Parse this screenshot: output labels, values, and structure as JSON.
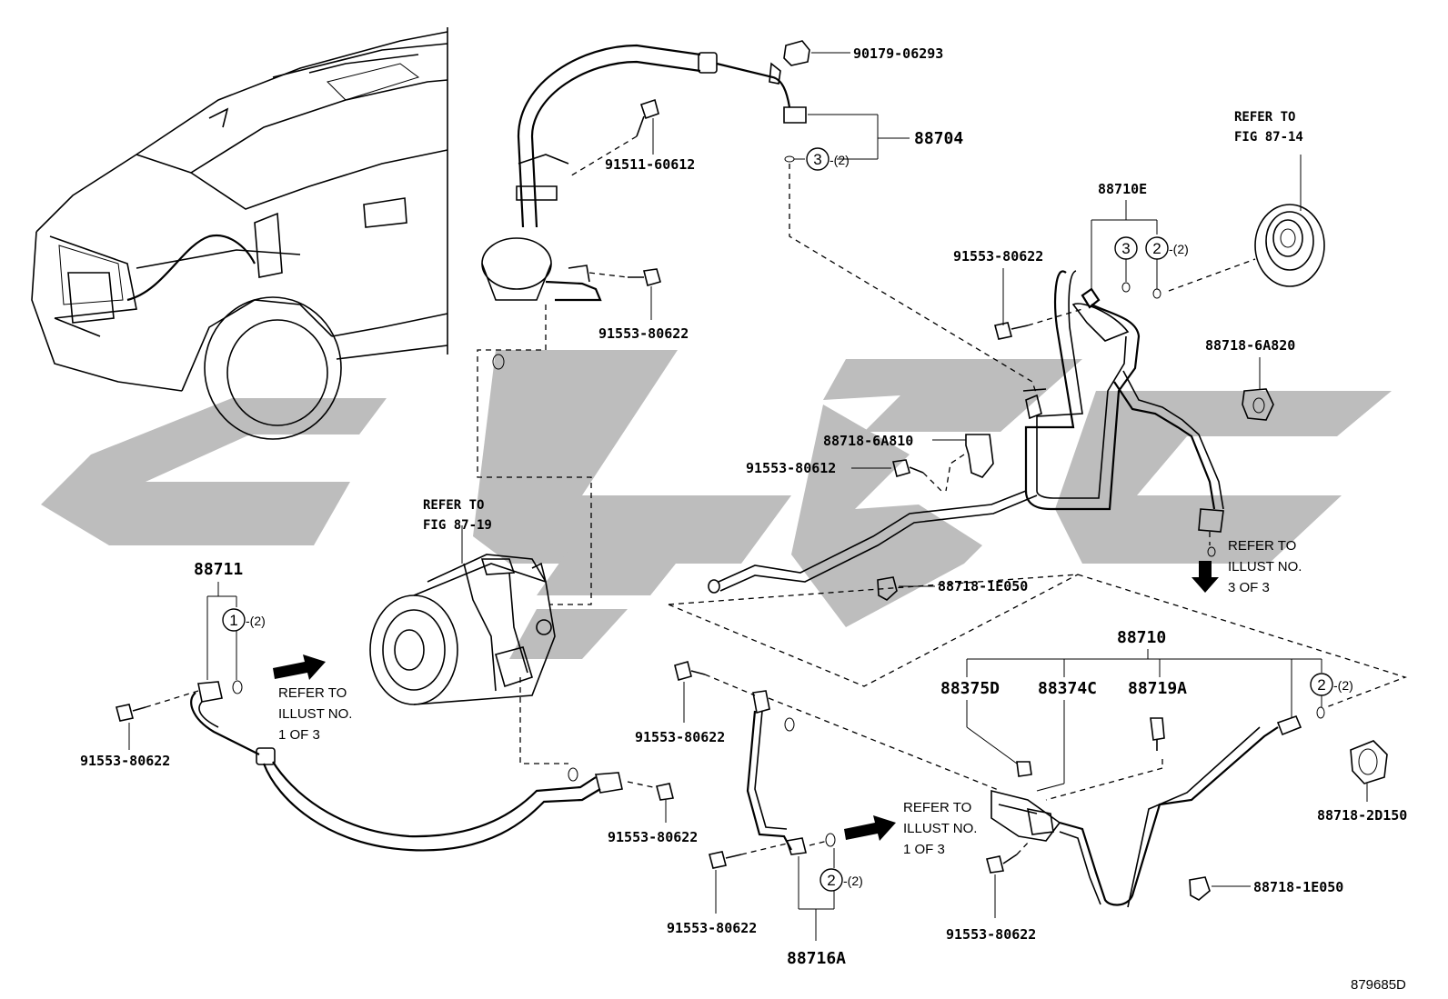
{
  "figure_id": "879685D",
  "parts": {
    "p90179": "90179-06293",
    "p88704": "88704",
    "p91511": "91511-60612",
    "p91553_a": "91553-80622",
    "p88710E": "88710E",
    "p91553_b": "91553-80622",
    "p88718_6A820": "88718-6A820",
    "p88718_6A810": "88718-6A810",
    "p91553_80612": "91553-80612",
    "p88711": "88711",
    "p91553_c": "91553-80622",
    "p88718_1E050_a": "88718-1E050",
    "p88710": "88710",
    "p88375D": "88375D",
    "p88374C": "88374C",
    "p88719A": "88719A",
    "p91553_d": "91553-80622",
    "p91553_e": "91553-80622",
    "p88718_2D150": "88718-2D150",
    "p88718_1E050_b": "88718-1E050",
    "p91553_f": "91553-80622",
    "p91553_g": "91553-80622",
    "p88716A": "88716A"
  },
  "refers": {
    "fig8714_l1": "REFER TO",
    "fig8714_l2": "FIG 87-14",
    "fig8719_l1": "REFER TO",
    "fig8719_l2": "FIG 87-19",
    "illust3_l1": "REFER TO",
    "illust3_l2": "ILLUST NO.",
    "illust3_l3": "3 OF 3",
    "illust1a_l1": "REFER TO",
    "illust1a_l2": "ILLUST NO.",
    "illust1a_l3": "1 OF 3",
    "illust1b_l1": "REFER TO",
    "illust1b_l2": "ILLUST NO.",
    "illust1b_l3": "1 OF 3"
  },
  "callouts": {
    "c3_top": "3",
    "q3_top": "-(2)",
    "c3_mid": "3",
    "c2_mid": "2",
    "q2_mid": "-(2)",
    "c1": "1",
    "q1": "-(2)",
    "c2_right": "2",
    "q2_right": "-(2)",
    "c2_bottom": "2",
    "q2_bottom": "-(2)"
  },
  "colors": {
    "line": "#000000",
    "watermark": "#bdbdbd",
    "background": "#ffffff"
  }
}
